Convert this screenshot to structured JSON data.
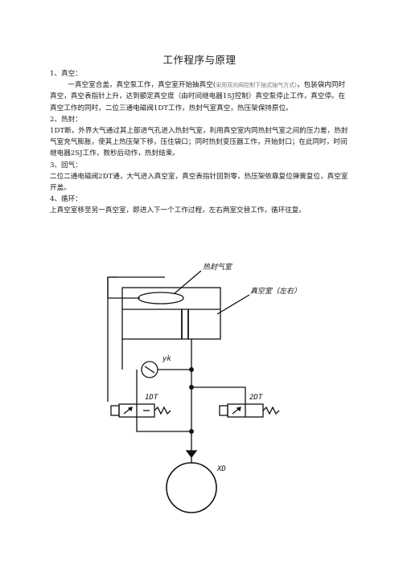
{
  "page": {
    "title": "工作程序与原理"
  },
  "sections": [
    {
      "heading": "1、真空：",
      "lines": [
        {
          "text": "一真空室合盖，真空泵工作，真空室开始抽真空(",
          "note": "采用双向阀控制下抽式抽气方式)",
          "rest": "，包装袋内同时真空，真空表指针上升，达到额定真空度（由时间继电器1SJ控制）真空泵停止工作，真空停。在真空工作的同时，二位三通电磁阀1DT工作，热封气室真空，热压架保持原位。"
        }
      ]
    },
    {
      "heading": "2、热封：",
      "lines": [
        {
          "text": "1DT断，外界大气通过其上部进气孔进入热封气室，利用真空室内同热封气室之间的压力差，热封气室充气膨胀，使其上热压架下移，压住袋口；同时热封变压器工作，开始封口；在此同时，时间继电器2SJ工作，数秒后动作，热封结束。"
        }
      ]
    },
    {
      "heading": "3、回气：",
      "lines": [
        {
          "text": "二位二通电磁阀2DT通，大气进入真空室，真空表指针回到零，热压架依靠复位弹簧复位，真空室开盖。"
        }
      ]
    },
    {
      "heading": "4、循环：",
      "lines": [
        {
          "text": "上真空室移至另一真空室，即进入下一个工作过程，左右两室交替工作，循环往复。"
        }
      ]
    }
  ],
  "diagram": {
    "labels": {
      "heat_seal_chamber": "热封气室",
      "vacuum_chamber": "真空室（左右）",
      "gauge": "yk",
      "valve1": "1DT",
      "valve2": "2DT",
      "pump": "XD"
    }
  }
}
